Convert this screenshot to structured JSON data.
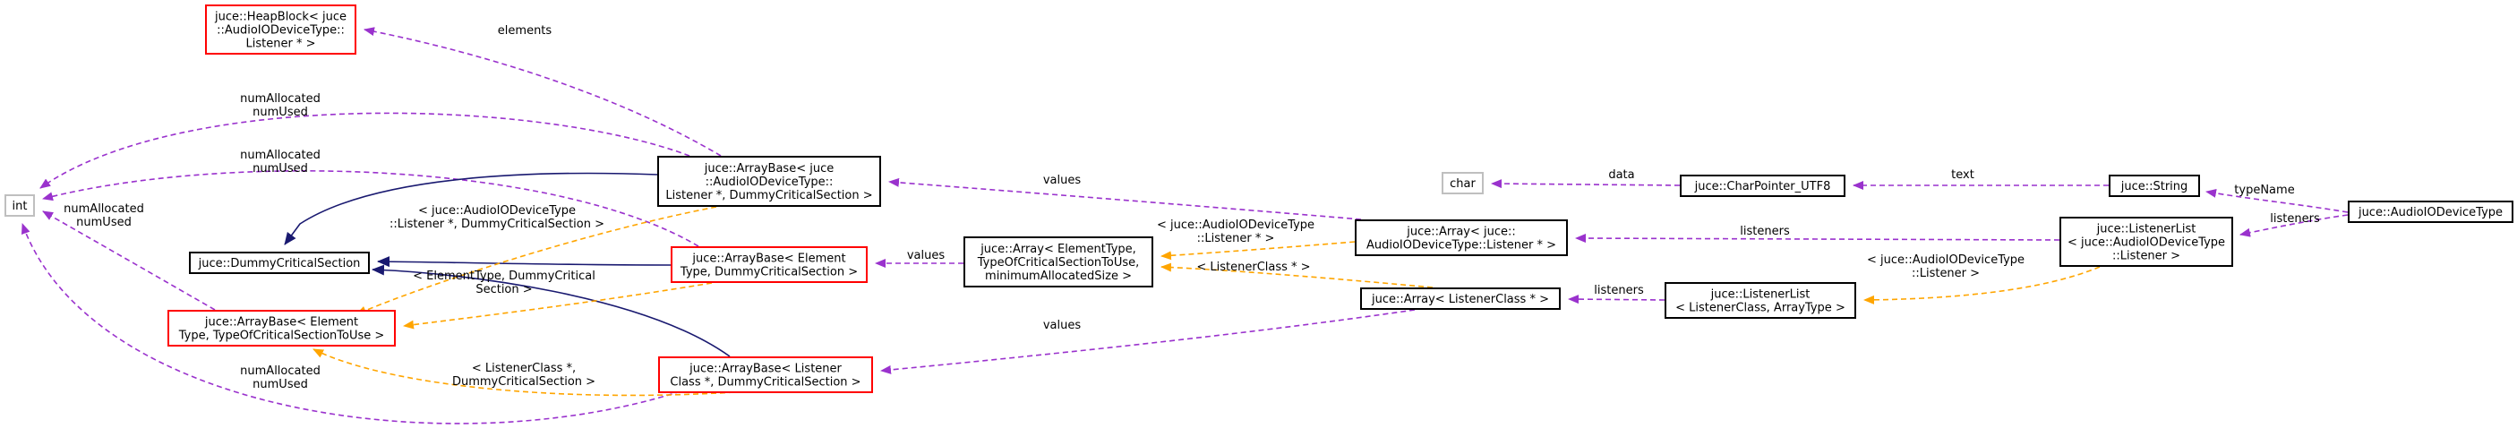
{
  "colors": {
    "usage": "#9a32cd",
    "template": "#ffa500",
    "inherit": "#191970",
    "node_black": "#000000",
    "node_red": "#ff0000",
    "node_gray": "#bfbfbf",
    "root_fill": "#bfbfbf"
  },
  "nodes": {
    "AudioIODeviceType": {
      "lines": [
        "juce::AudioIODeviceType"
      ]
    },
    "ListenerList": {
      "lines": [
        "juce::ListenerList",
        "< juce::AudioIODeviceType",
        "::Listener >"
      ]
    },
    "String": {
      "lines": [
        "juce::String"
      ]
    },
    "CharPointer": {
      "lines": [
        "juce::CharPointer_UTF8"
      ]
    },
    "char": {
      "lines": [
        "char"
      ]
    },
    "ArrayListenerPtr": {
      "lines": [
        "juce::Array< juce::",
        "AudioIODeviceType::Listener * >"
      ]
    },
    "ArrayListenerClass": {
      "lines": [
        "juce::Array< ListenerClass * >"
      ]
    },
    "ListenerListGeneric": {
      "lines": [
        "juce::ListenerList",
        "< ListenerClass, ArrayType >"
      ]
    },
    "ArrayGeneric": {
      "lines": [
        "juce::Array< ElementType,",
        "TypeOfCriticalSectionToUse,",
        "minimumAllocatedSize >"
      ]
    },
    "ArrayBaseListenerPtr": {
      "lines": [
        "juce::ArrayBase< juce",
        "::AudioIODeviceType::",
        "Listener *, DummyCriticalSection >"
      ]
    },
    "ArrayBaseElementDummy": {
      "lines": [
        "juce::ArrayBase< Element",
        "Type, DummyCriticalSection >"
      ]
    },
    "ArrayBaseListenerClass": {
      "lines": [
        "juce::ArrayBase< Listener",
        "Class *, DummyCriticalSection >"
      ]
    },
    "HeapBlock": {
      "lines": [
        "juce::HeapBlock< juce",
        "::AudioIODeviceType::",
        "Listener * >"
      ]
    },
    "DummyCS": {
      "lines": [
        "juce::DummyCriticalSection"
      ]
    },
    "ArrayBaseGeneric": {
      "lines": [
        "juce::ArrayBase< Element",
        "Type, TypeOfCriticalSectionToUse >"
      ]
    },
    "int": {
      "lines": [
        "int"
      ]
    }
  },
  "edge_labels": {
    "typeName": [
      "typeName"
    ],
    "listeners_root": [
      "listeners"
    ],
    "text": [
      "text"
    ],
    "data": [
      "data"
    ],
    "listeners_arr": [
      "listeners"
    ],
    "listeners_generic": [
      "listeners"
    ],
    "tmpl_listenerlist": [
      "< juce::AudioIODeviceType",
      "::Listener >"
    ],
    "tmpl_listenerclass": [
      "< ListenerClass * >"
    ],
    "tmpl_array_listener": [
      "< juce::AudioIODeviceType",
      "::Listener * >"
    ],
    "values_arraybase_listener": [
      "values"
    ],
    "values_arraybase_element": [
      "values"
    ],
    "values_arraybase_lc": [
      "values"
    ],
    "elements": [
      "elements"
    ],
    "numAlloc_top": [
      "numAllocated",
      "numUsed"
    ],
    "numAlloc_mid": [
      "numAllocated",
      "numUsed"
    ],
    "numAlloc_left": [
      "numAllocated",
      "numUsed"
    ],
    "numAlloc_bottom": [
      "numAllocated",
      "numUsed"
    ],
    "tmpl_ab_listener_ptr": [
      "< juce::AudioIODeviceType",
      "::Listener *, DummyCriticalSection >"
    ],
    "tmpl_ab_element": [
      "< ElementType, DummyCritical",
      "Section >"
    ],
    "tmpl_ab_lc": [
      "< ListenerClass *,",
      "DummyCriticalSection >"
    ]
  }
}
